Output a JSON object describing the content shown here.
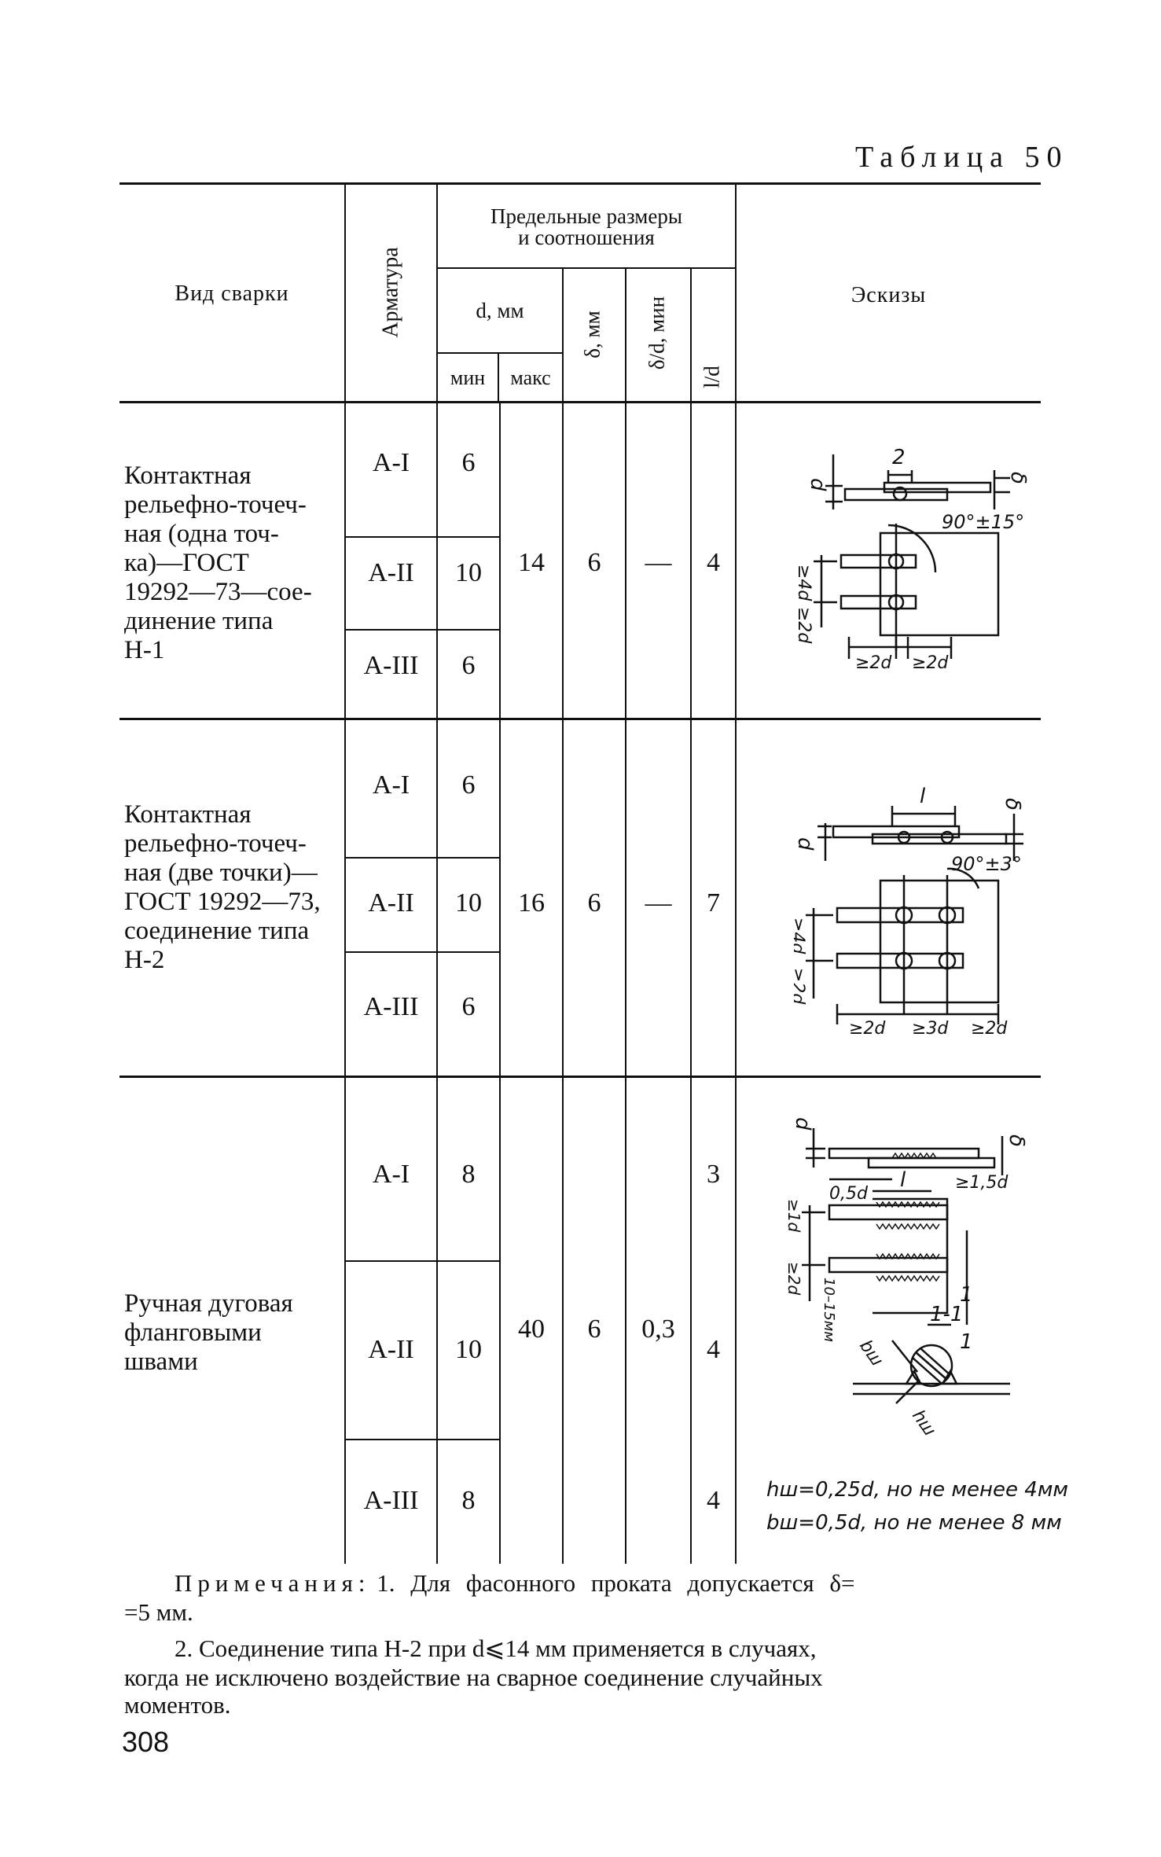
{
  "table_label": "Таблица 50",
  "headers": {
    "kind": "Вид сварки",
    "armature": "Арматура",
    "limits_group": [
      "Предельные размеры",
      "и соотношения"
    ],
    "d_mm": "d, мм",
    "d_min": "мин",
    "d_max": "макс",
    "delta_mm": "δ, мм",
    "delta_over_d_min": "δ/d, мин",
    "l_over_d": "l/d",
    "sketches": "Эскизы"
  },
  "rows": [
    {
      "kind_lines": [
        "Контактная",
        "рельефно-точеч-",
        "ная (одна точ-",
        "ка)—ГОСТ",
        "19292—73—сое-",
        "динение типа",
        "Н-1"
      ],
      "armature": [
        "А-I",
        "А-II",
        "А-III"
      ],
      "d_min": [
        "6",
        "10",
        "6"
      ],
      "d_max": "14",
      "delta": "6",
      "delta_over_d": "—",
      "l_over_d": "4",
      "sketch_labels": [
        "d",
        "2",
        "δ",
        "90°±15°",
        "≥4d",
        "≥2d",
        "≥2d",
        "≥2d"
      ]
    },
    {
      "kind_lines": [
        "Контактная",
        "рельефно-точеч-",
        "ная (две точки)—",
        "ГОСТ 19292—73,",
        "соединение типа",
        "Н-2"
      ],
      "armature": [
        "А-I",
        "А-II",
        "А-III"
      ],
      "d_min": [
        "6",
        "10",
        "6"
      ],
      "d_max": "16",
      "delta": "6",
      "delta_over_d": "—",
      "l_over_d": "7",
      "sketch_labels": [
        "d",
        "l",
        "δ",
        "90°±3°",
        "≥4d",
        "≥2d",
        "≥2d",
        "≥3d",
        "≥2d"
      ]
    },
    {
      "kind_lines": [
        "Ручная дуговая",
        "фланговыми",
        "швами"
      ],
      "armature": [
        "А-I",
        "А-II",
        "А-III"
      ],
      "d_min": [
        "8",
        "10",
        "8"
      ],
      "d_max": "40",
      "delta": "6",
      "delta_over_d": "0,3",
      "l_over_d": [
        "3",
        "4",
        "4"
      ],
      "sketch_labels": [
        "d",
        "δ",
        "0,5d",
        "l",
        "≥1,5d",
        "≥1d",
        "≥2d",
        "10–15мм",
        "1",
        "1",
        "1-1",
        "bш",
        "hш"
      ],
      "sketch_notes": [
        "hш=0,25d, но не менее 4мм",
        "bш=0,5d, но не менее 8 мм"
      ]
    }
  ],
  "notes": {
    "label": "Примечания:",
    "n1_a": "1. Для фасонного проката допускается δ=",
    "n1_b": "=5 мм.",
    "n2_a": "2. Соединение типа Н-2 при d⩽14 мм применяется в случаях,",
    "n2_b": "когда не исключено воздействие на сварное соединение случайных",
    "n2_c": "моментов."
  },
  "page_number": "308"
}
